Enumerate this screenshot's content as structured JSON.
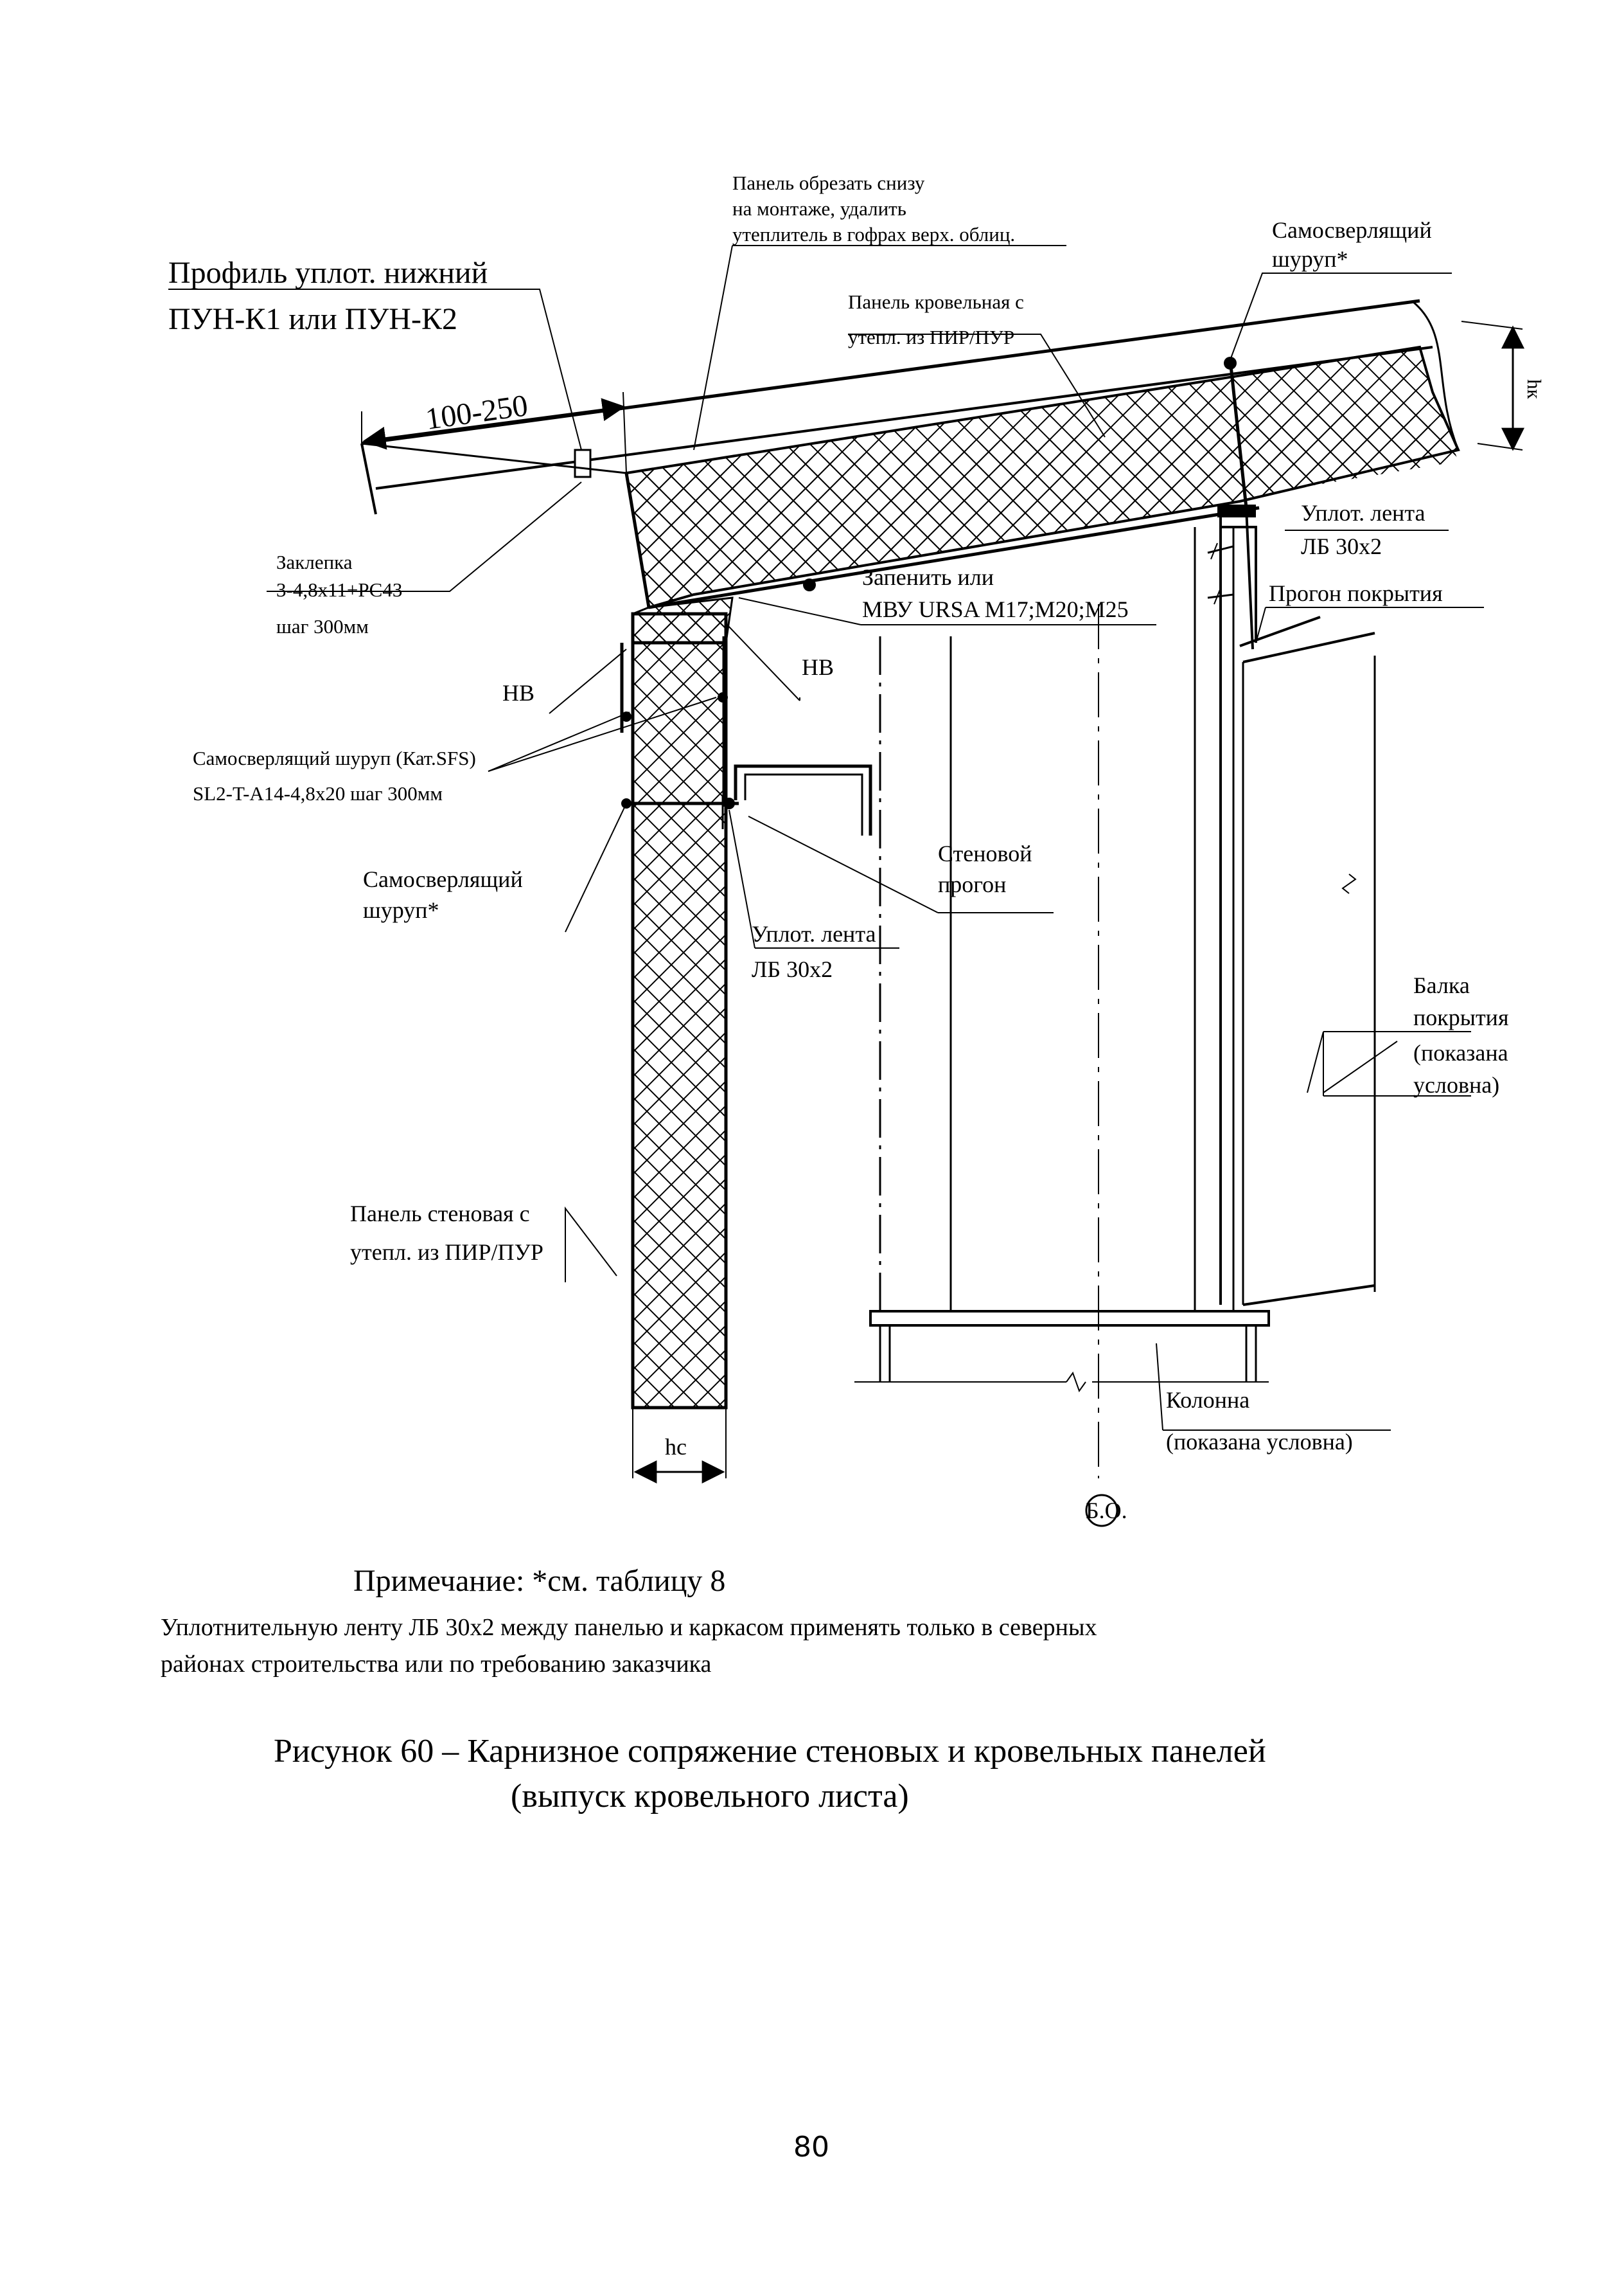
{
  "drawing": {
    "labels": {
      "cut_panel_1": "Панель обрезать снизу",
      "cut_panel_2": "на монтаже, удалить",
      "cut_panel_3": "утеплитель в гофрах верх. облиц.",
      "self_drill_top_1": "Самосверлящий",
      "self_drill_top_2": "шуруп*",
      "profile_1": "Профиль уплот. нижний",
      "profile_2": "ПУН-К1 или ПУН-К2",
      "roof_panel_1": "Панель кровельная с",
      "roof_panel_2": "утепл. из ПИР/ПУР",
      "dim_overhang": "100-250",
      "dim_hk": "hк",
      "rivet_1": "Заклепка",
      "rivet_2": "3-4,8x11+PC43",
      "rivet_3": "шаг 300мм",
      "foam_1": "Запенить или",
      "foam_2": "МВУ URSA M17;M20;M25",
      "seal_top_1": "Уплот. лента",
      "seal_top_2": "ЛБ 30х2",
      "roof_purlin": "Прогон покрытия",
      "nv_left": "НВ",
      "nv_right": "НВ",
      "sfs_1": "Самосверлящий шуруп (Кат.SFS)",
      "sfs_2": "SL2-T-A14-4,8x20 шаг 300мм",
      "wall_purlin_1": "Стеновой",
      "wall_purlin_2": "прогон",
      "self_drill_mid_1": "Самосверлящий",
      "self_drill_mid_2": "шуруп*",
      "seal_mid_1": "Уплот. лента",
      "seal_mid_2": "ЛБ 30х2",
      "beam_1": "Балка",
      "beam_2": "покрытия",
      "beam_3": "(показана",
      "beam_4": "условна)",
      "wall_panel_1": "Панель стеновая с",
      "wall_panel_2": "утепл. из ПИР/ПУР",
      "column_1": "Колонна",
      "column_2": "(показана условна)",
      "dim_hc": "hc",
      "axis": "Б.О."
    }
  },
  "note": {
    "title": "Примечание: *см. таблицу 8",
    "line1": "Уплотнительную ленту ЛБ 30х2 между панелью и каркасом применять только в северных",
    "line2": "районах строительства или по требованию заказчика"
  },
  "caption": {
    "line1": "Рисунок 60 – Карнизное сопряжение стеновых и кровельных панелей",
    "line2": "(выпуск кровельного листа)"
  },
  "page_number": "80"
}
